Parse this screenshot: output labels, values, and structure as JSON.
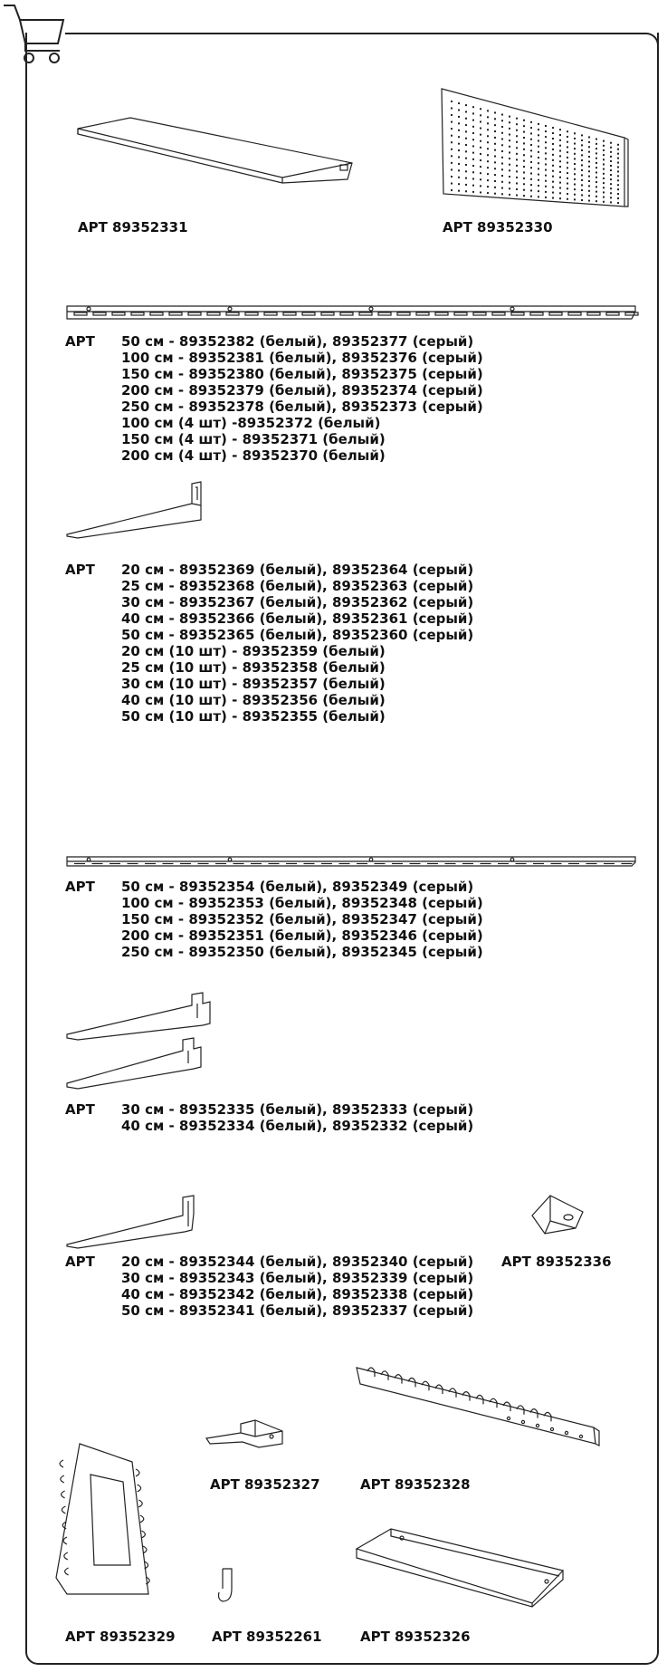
{
  "item_shelf": {
    "label": "АРТ 89352331",
    "icon": "shelf-board"
  },
  "item_pegboard": {
    "label": "АРТ 89352330",
    "icon": "pegboard-panel"
  },
  "rail_heavy": {
    "key": "АРТ",
    "lines": [
      "50 см - 89352382 (белый), 89352377 (серый)",
      "100 см - 89352381 (белый), 89352376 (серый)",
      "150 см - 89352380 (белый), 89352375 (серый)",
      "200 см - 89352379 (белый), 89352374 (серый)",
      "250 см - 89352378 (белый), 89352373 (серый)",
      "100 см (4 шт) -89352372 (белый)",
      "150 см (4 шт) - 89352371  (белый)",
      "200 см (4 шт) - 89352370 (белый)"
    ]
  },
  "bracket_single": {
    "key": "АРТ",
    "lines": [
      "20 см - 89352369 (белый), 89352364 (серый)",
      "25 см - 89352368 (белый), 89352363 (серый)",
      "30 см - 89352367 (белый), 89352362 (серый)",
      "40 см - 89352366 (белый), 89352361 (серый)",
      "50 см - 89352365 (белый), 89352360 (серый)",
      "20 см (10 шт) - 89352359 (белый)",
      "25 см (10 шт) - 89352358  (белый)",
      "30 см (10 шт) - 89352357 (белый)",
      "40 см (10 шт) - 89352356 (белый)",
      "50 см (10 шт) - 89352355 (белый)"
    ]
  },
  "rail_light": {
    "key": "АРТ",
    "lines": [
      "50 см - 89352354  (белый), 89352349  (серый)",
      "100 см - 89352353 (белый), 89352348 (серый)",
      "150 см - 89352352 (белый), 89352347 (серый)",
      "200 см - 89352351 (белый), 89352346 (серый)",
      "250 см - 89352350 (белый), 89352345 (серый)"
    ]
  },
  "bracket_double": {
    "key": "АРТ",
    "lines": [
      "30 см - 89352335 (белый), 89352333 (серый)",
      "40 см - 89352334 (белый), 89352332 (серый)"
    ]
  },
  "bracket_wood": {
    "key": "АРТ",
    "lines": [
      "20 см - 89352344 (белый), 89352340 (серый)",
      "30 см - 89352343 (белый), 89352339 (серый)",
      "40 см - 89352342 (белый), 89352338 (серый)",
      "50 см - 89352341 (белый), 89352337 (серый)"
    ]
  },
  "item_clip": {
    "label": "АРТ 89352336"
  },
  "item_hook_holder": {
    "label": "АРТ 89352327"
  },
  "item_tool_rack": {
    "label": "АРТ 89352328"
  },
  "item_vertical_rack": {
    "label": "АРТ 89352329"
  },
  "item_small_hook": {
    "label": "АРТ 89352261"
  },
  "item_tray": {
    "label": "АРТ 89352326"
  }
}
